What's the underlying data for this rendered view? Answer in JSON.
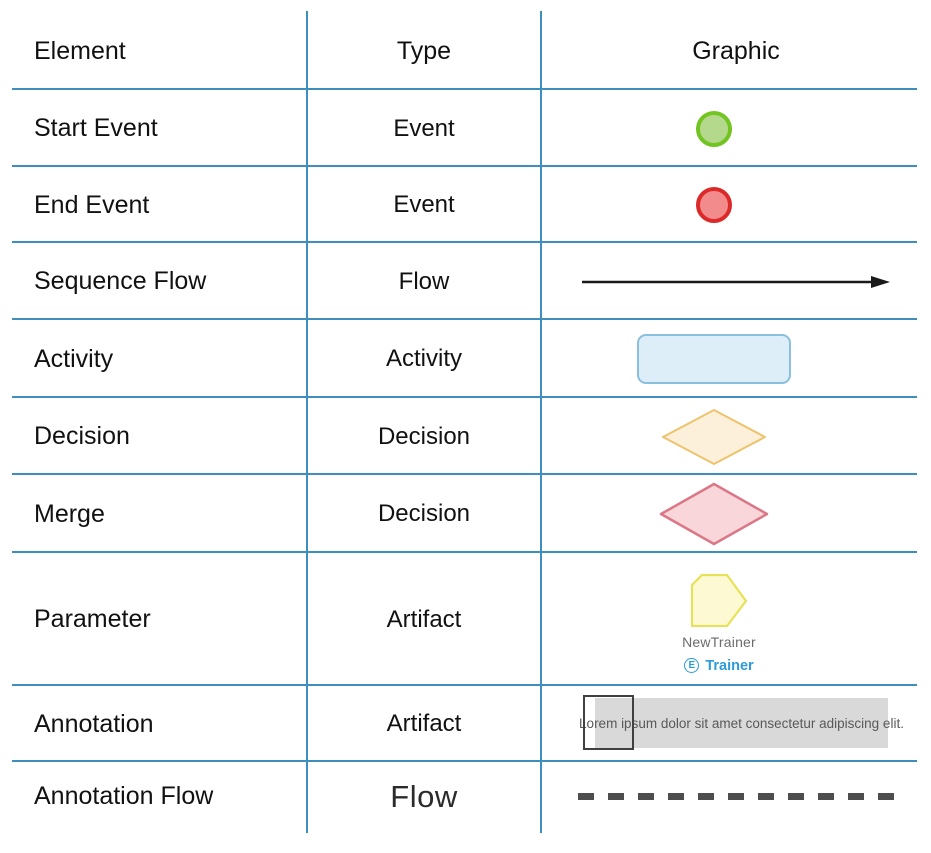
{
  "colors": {
    "line": "#3f8fbe",
    "start-fill": "#b5d98c",
    "start-stroke": "#72c421",
    "end-fill": "#f28b8b",
    "end-stroke": "#dc2a2a",
    "arrow": "#1a1a1a",
    "activity-fill": "#ddeef8",
    "activity-stroke": "#8abfdd",
    "decision-fill": "#fdf0da",
    "decision-stroke": "#eec36d",
    "merge-fill": "#f8d6da",
    "merge-stroke": "#db7787",
    "param-fill": "#fdfad3",
    "param-stroke": "#e7e158",
    "accent": "#2b9cd8",
    "muted": "#6b6b6b",
    "annot-bg": "#d9d9d9",
    "annot-text": "#595959",
    "bracket": "#404040",
    "dash": "#4d4d4d"
  },
  "table": {
    "headers": {
      "element": "Element",
      "type": "Type",
      "graphic": "Graphic"
    },
    "rows": [
      {
        "element": "Start Event",
        "type": "Event",
        "graphic": "green-circle"
      },
      {
        "element": "End Event",
        "type": "Event",
        "graphic": "red-circle"
      },
      {
        "element": "Sequence Flow",
        "type": "Flow",
        "graphic": "solid-arrow"
      },
      {
        "element": "Activity",
        "type": "Activity",
        "graphic": "rounded-rectangle"
      },
      {
        "element": "Decision",
        "type": "Decision",
        "graphic": "orange-diamond"
      },
      {
        "element": "Merge",
        "type": "Decision",
        "graphic": "pink-diamond"
      },
      {
        "element": "Parameter",
        "type": "Artifact",
        "graphic": "yellow-pentagon",
        "param_name": "NewTrainer",
        "badge_letter": "E",
        "badge_label": "Trainer"
      },
      {
        "element": "Annotation",
        "type": "Artifact",
        "graphic": "text-box",
        "annotation_text": "Lorem ipsum dolor sit amet consectetur adipiscing elit."
      },
      {
        "element": "Annotation Flow",
        "type": "Flow",
        "graphic": "dashed-line"
      }
    ]
  }
}
